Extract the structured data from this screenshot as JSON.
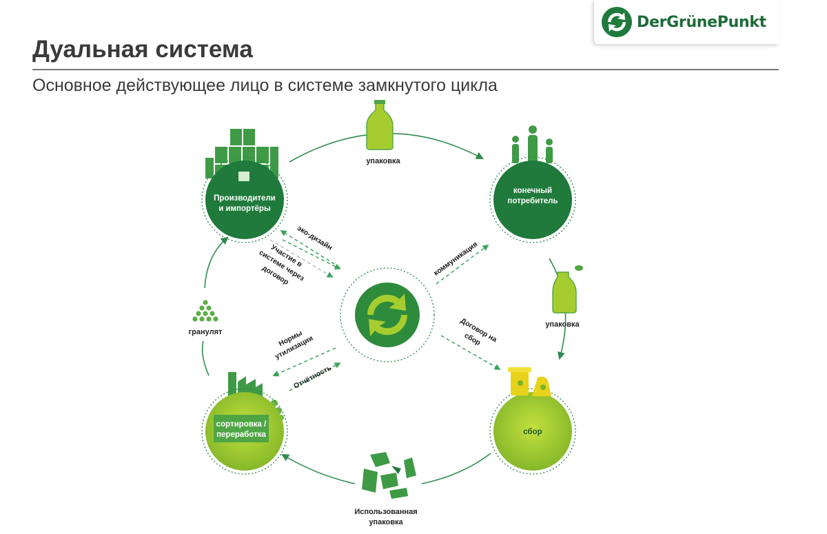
{
  "header": {
    "title": "Дуальная система",
    "subtitle": "Основное действующее лицо в системе замкнутого цикла",
    "logo_text": "DerGrünePunkt"
  },
  "colors": {
    "dark_green": "#1f7a3c",
    "mid_green": "#4fa544",
    "lime": "#a6cd2f",
    "pale_lime": "#c9df72",
    "yellow": "#e9d21a",
    "title_gray": "#3a3a3a"
  },
  "nodes": {
    "producers": "Производители и импортёры",
    "producers_l1": "Производители",
    "producers_l2": "и импортёры",
    "consumer_l1": "конечный",
    "consumer_l2": "потребитель",
    "collection": "сбор",
    "sorting_l1": "сортировка /",
    "sorting_l2": "переработка"
  },
  "cycle_labels": {
    "packaging_top": "упаковка",
    "packaging_right": "упаковка",
    "used_packaging_l1": "Использованная",
    "used_packaging_l2": "упаковка",
    "granulate": "гранулят"
  },
  "flow_labels": {
    "eco_design": "эко-дизайн",
    "participation_l1": "Участие в",
    "participation_l2": "системе через",
    "participation_l3": "договор",
    "communication": "коммуникация",
    "contract_l1": "Договор на",
    "contract_l2": "сбор",
    "norms_l1": "Нормы",
    "norms_l2": "утилизации",
    "reporting": "Отчётность"
  },
  "icons": [
    "building-icon",
    "bottle-icon",
    "family-icon",
    "bin-icon",
    "factory-icon",
    "pyramid-icon",
    "waste-icon",
    "green-dot-icon"
  ]
}
